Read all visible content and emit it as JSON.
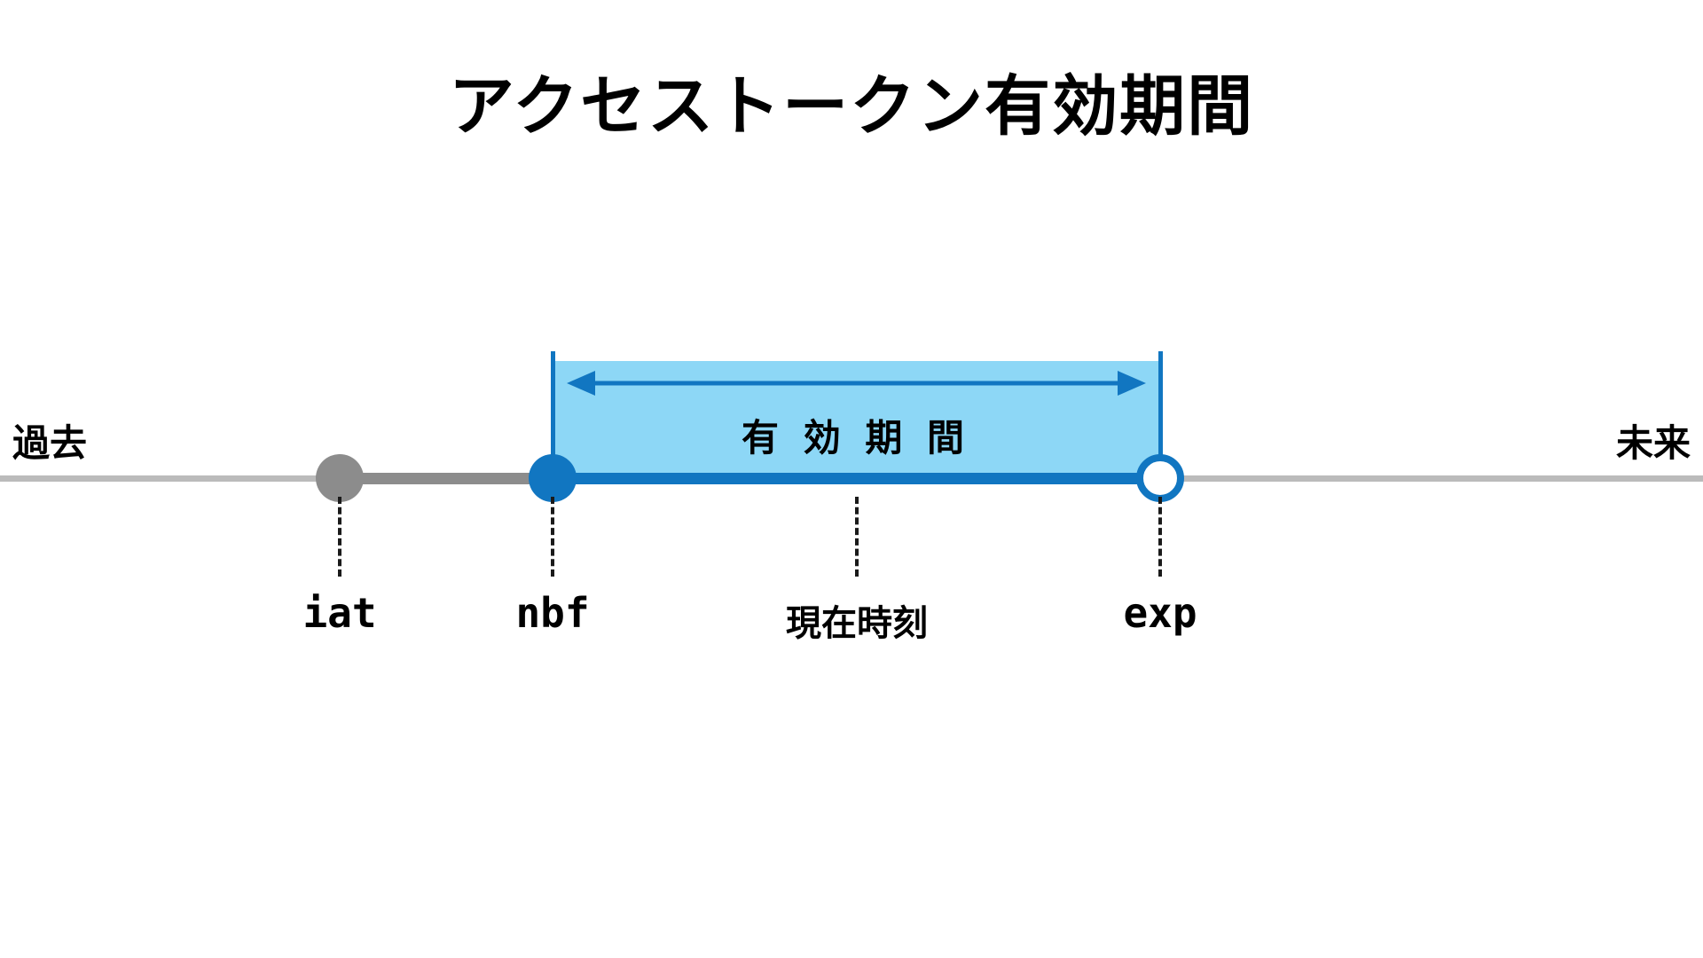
{
  "title": "アクセストークン有効期間",
  "timeline": {
    "past_label": "過去",
    "future_label": "未来",
    "validity_label": "有 効 期 間",
    "markers": [
      {
        "id": "iat",
        "label": "iat"
      },
      {
        "id": "nbf",
        "label": "nbf"
      },
      {
        "id": "now",
        "label": "現在時刻"
      },
      {
        "id": "exp",
        "label": "exp"
      }
    ]
  },
  "colors": {
    "blue": "#1176c1",
    "light_blue": "#8dd7f6",
    "gray_line": "#bbbbbb",
    "gray_segment": "#8c8c8c",
    "dash": "#1a1a1a",
    "text": "#000000"
  }
}
